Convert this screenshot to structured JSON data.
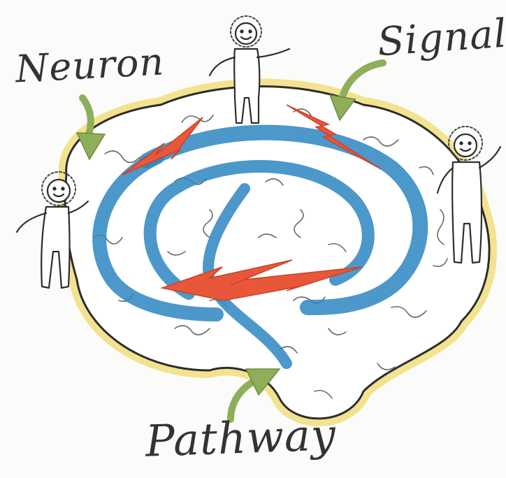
{
  "labels": {
    "neuron": "Neuron",
    "signal": "Signal",
    "pathway": "Pathway"
  },
  "colors": {
    "brain_outline": "#2d2d2d",
    "brain_glow": "#f1dc74",
    "pathway": "#2e86c1",
    "signal": "#e8573a",
    "arrow": "#8fae5a",
    "ink": "#333333"
  },
  "icons": {
    "brain": "brain-icon",
    "neuron_figure": "stick-figure-icon",
    "signal_bolt": "lightning-bolt-icon",
    "pointer_arrow": "arrow-icon"
  }
}
